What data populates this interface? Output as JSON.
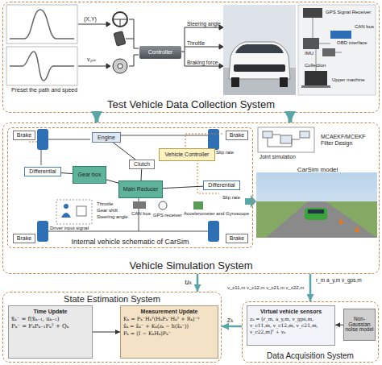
{
  "diagram": {
    "nodes": [
      {
        "text": [
          "Test Vehicle Data Collection System"
        ]
      },
      {
        "text": [
          "Controller"
        ],
        "in": 0
      },
      {
        "text": [
          "Vehicle Simulation System"
        ]
      },
      {
        "text": [
          "Internal vehicle schematic of CarSim"
        ],
        "in": 2
      },
      {
        "text": [
          "Engine"
        ],
        "in": 3
      },
      {
        "text": [
          "Clutch"
        ],
        "in": 3
      },
      {
        "text": [
          "Vehicle Controller"
        ],
        "in": 3
      },
      {
        "text": [
          "Gear box"
        ],
        "in": 3
      },
      {
        "text": [
          "Main Reducer"
        ],
        "in": 3
      },
      {
        "text": [
          "Differential"
        ],
        "in": 3
      },
      {
        "text": [
          "Differential"
        ],
        "in": 3
      },
      {
        "text": [
          "Brake"
        ],
        "in": 3
      },
      {
        "text": [
          "Brake"
        ],
        "in": 3
      },
      {
        "text": [
          "Brake"
        ],
        "in": 3
      },
      {
        "text": [
          "Brake"
        ],
        "in": 3
      },
      {
        "text": [
          "CarSim model"
        ],
        "in": 2
      },
      {
        "text": [
          "State Estimation System"
        ]
      },
      {
        "text": [
          "Time Update",
          "x̂ₖ⁻ = f(x̂ₖ₋₁, uₖ₋₁)",
          "Pₖ⁻ = FₖPₖ₋₁Fₖᵀ + Qₖ"
        ],
        "in": 16
      },
      {
        "text": [
          "Measurement Update",
          "Kₖ = Pₖ⁻Hₖᵀ(HₖPₖ⁻Hₖᵀ + Rₖ)⁻¹",
          "x̂ₖ = x̂ₖ⁻ + Kₖ(zₖ − h(x̂ₖ⁻))",
          "Pₖ = (I − KₖHₖ)Pₖ⁻"
        ],
        "in": 16
      },
      {
        "text": [
          "Data Acquisition System"
        ]
      },
      {
        "text": [
          "Virtual vehicle sensors",
          "zₖ = [r_m, a_y,m, v_gps,m, v_c11,m, v_c12,m, v_c21,m, v_c22,m]ᵀ + vₖ"
        ],
        "in": 19
      },
      {
        "text": [
          "Non-Gaussian noise model"
        ],
        "in": 19
      }
    ],
    "edges": [
      {
        "from": 0,
        "to": 2,
        "arrow": "to"
      },
      {
        "from": 0,
        "to": 2,
        "arrow": "to"
      },
      {
        "from": 2,
        "to": 16,
        "label": "uₖ",
        "arrow": "to"
      },
      {
        "from": 2,
        "to": 19,
        "arrow": "to"
      },
      {
        "from": 19,
        "to": 16,
        "label": "zₖ",
        "arrow": "to"
      },
      {
        "from": 17,
        "to": 18,
        "arrow": "to"
      },
      {
        "from": 21,
        "to": 20,
        "arrow": "to"
      },
      {
        "from": 4,
        "to": 5,
        "arrow": "none"
      },
      {
        "from": 5,
        "to": 8,
        "arrow": "none"
      },
      {
        "from": 7,
        "to": 8,
        "arrow": "none"
      },
      {
        "from": 9,
        "to": 7,
        "arrow": "none"
      },
      {
        "from": 8,
        "to": 10,
        "arrow": "none"
      }
    ],
    "labels": [
      "(X,Y)",
      "vₚᵣₑ",
      "Steering angle",
      "Throttle",
      "Braking force",
      "Preset the path and speed",
      "GPS Signal Receiver",
      "CAN bus",
      "IMU",
      "OBD interface",
      "Collection",
      "Upper machine",
      "Slip rate",
      "Slip rate",
      "Driver input signal",
      "Throttle",
      "Gear shift",
      "Steering angle",
      "CAN bus",
      "GPS receiver",
      "Accelerometer and Gyroscope",
      "Joint simulation",
      "MCAEKF/MCEKF Filter Design",
      "r_m a_y,m v_gps,m",
      "v_c11,m v_c12,m v_c21,m v_c22,m"
    ]
  }
}
